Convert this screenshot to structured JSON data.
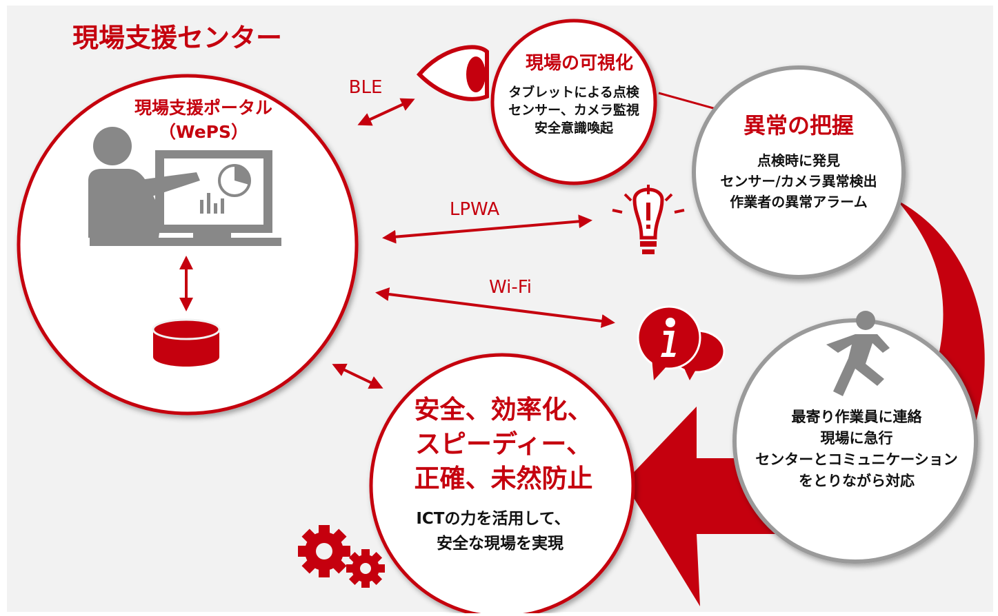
{
  "center": {
    "title": "現場支援センター",
    "portal_label": "現場支援ポータル",
    "portal_sub": "（WePS）"
  },
  "links": {
    "ble": "BLE",
    "lpwa": "LPWA",
    "wifi": "Wi-Fi"
  },
  "visualize": {
    "title": "現場の可視化",
    "lines": [
      "タブレットによる点検",
      "センサー、カメラ監視",
      "安全意識喚起"
    ]
  },
  "detect": {
    "title": "異常の把握",
    "lines": [
      "点検時に発見",
      "センサー/カメラ異常検出",
      "作業者の異常アラーム"
    ]
  },
  "respond": {
    "lines": [
      "最寄り作業員に連絡",
      "現場に急行",
      "センターとコミュニケーション",
      "をとりながら対応"
    ]
  },
  "result": {
    "title_lines": [
      "安全、効率化、",
      "スピーディー、",
      "正確、未然防止"
    ],
    "sub_lines": [
      "ICTの力を活用して、",
      "安全な現場を実現"
    ]
  },
  "colors": {
    "accent": "#c5000e",
    "gray": "#888888",
    "panel": "#f2f2f2"
  },
  "icons": [
    "eye-icon",
    "lightbulb-alert-icon",
    "info-chat-icon",
    "running-person-icon",
    "gears-icon",
    "database-icon",
    "presenter-monitor-icon"
  ]
}
